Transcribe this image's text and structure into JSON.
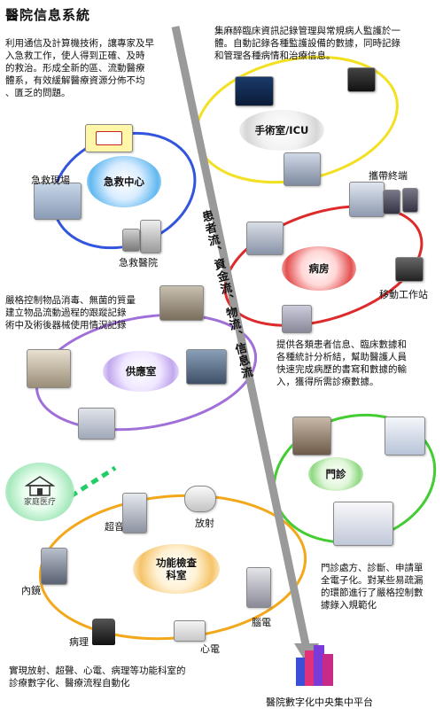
{
  "title": "醫院信息系統",
  "flow_label": "患者流、資金流、物流、信息流",
  "platform_label": "醫院數字化中央集中平台",
  "home_care": "家庭医疗",
  "emergency": {
    "center": "急救中心",
    "labels": [
      "急救現場",
      "急救醫院"
    ],
    "desc": [
      "利用通信及計算機技術，讓專家及早",
      "入急救工作，使人得到正確、及時",
      "的救治。形成全新的區、流動醫療",
      "體系，有效緩解醫療資源分佈不均",
      "、匱乏的問題。"
    ]
  },
  "icu": {
    "center": "手術室/ICU",
    "desc": [
      "集麻醉臨床資訊記錄管理與常規病人監護於一",
      "體。自動記錄各種監護設備的數據，同時記錄",
      "和管理各種病情和治療信息。"
    ]
  },
  "ward": {
    "center": "病房",
    "labels": [
      "攜帶終端",
      "移動工作站"
    ],
    "desc": [
      "提供各類患者信息、臨床數據和",
      "各種統計分析結，幫助醫護人員",
      "快速完成病歷的書寫和數據的輸",
      "入，獲得所需診療數據。"
    ]
  },
  "supply": {
    "center": "供應室",
    "desc": [
      "嚴格控制物品消毒、無菌的質量",
      "建立物品流動過程的跟蹤記錄",
      "術中及術後器械使用情況記錄"
    ]
  },
  "outpatient": {
    "center": "門診",
    "desc": [
      "門診處方、診斷、申請單",
      "全電子化。對某些易疏漏",
      "的環節進行了嚴格控制數",
      "據錄入規範化"
    ]
  },
  "function": {
    "center": [
      "功能檢查",
      "科室"
    ],
    "labels": [
      "超音",
      "放射",
      "內鏡",
      "腦電",
      "病理",
      "心電"
    ],
    "desc": [
      "實現放射、超聲、心電、病理等功能科室的",
      "診療數字化、醫療流程自動化"
    ]
  }
}
